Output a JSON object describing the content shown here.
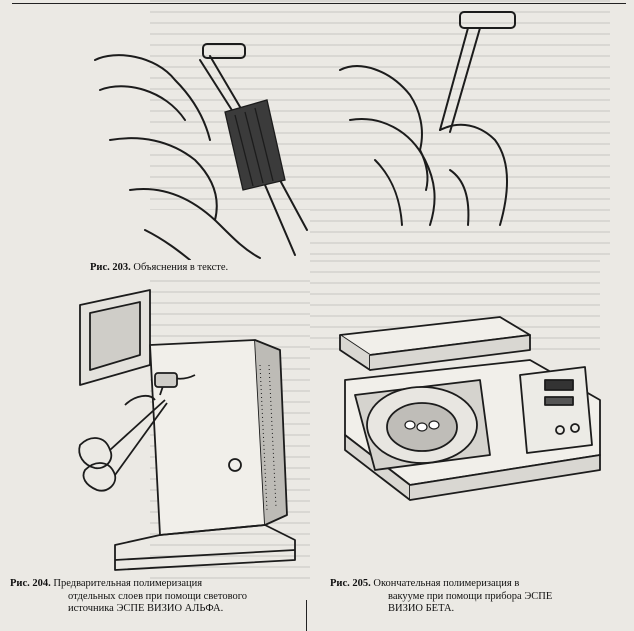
{
  "figures": [
    {
      "id": "203",
      "label": "Рис. 203.",
      "lines": [
        "Объяснения в тексте."
      ]
    },
    {
      "id": "204",
      "label": "Рис. 204.",
      "lines": [
        "Предварительная полимеризация",
        "отдельных слоев при помощи светового",
        "источника ЭСПЕ ВИЗИО АЛЬФА."
      ]
    },
    {
      "id": "205",
      "label": "Рис. 205.",
      "lines": [
        "Окончательная полимеризация в",
        "вакууме при помощи прибора ЭСПЕ",
        "ВИЗИО БЕТА."
      ]
    }
  ]
}
